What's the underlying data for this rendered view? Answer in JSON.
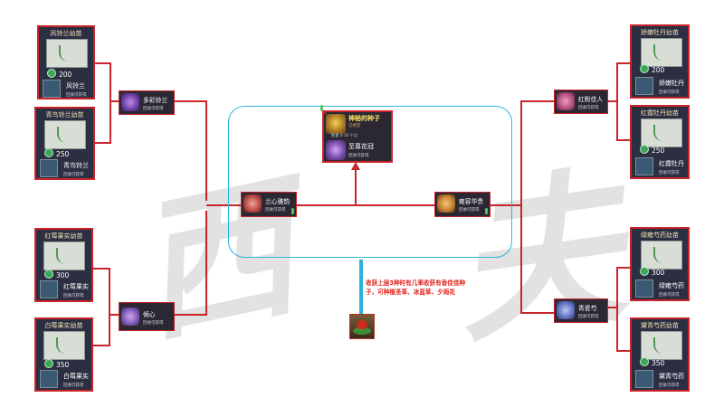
{
  "watermark": [
    "西",
    "夫"
  ],
  "center_note": "收获上层3种时有几率收获有香佳佳种子，可种植圣草、冰蓝草、夕雨花",
  "top_reward": {
    "name": "神秘的种子",
    "type": "已绑定",
    "line": "数量 0-16 个月",
    "item_name": "至尊花冠",
    "item_sub": "回收可获得"
  },
  "left_branch": {
    "tier1": [
      {
        "title": "风铃兰幼苗",
        "cost": "200",
        "name": "风铃兰",
        "sub": "回收可获得"
      },
      {
        "title": "青鸟铃兰幼苗",
        "cost": "250",
        "name": "青鸟铃兰",
        "sub": "回收可获得"
      },
      {
        "title": "红莓果实幼苗",
        "cost": "300",
        "name": "红莓果实",
        "sub": "回收可获得"
      },
      {
        "title": "白莓果实幼苗",
        "cost": "350",
        "name": "白莓果实",
        "sub": "回收可获得"
      }
    ],
    "tier2": [
      {
        "name": "多彩铃兰",
        "sub": "回收可获得"
      },
      {
        "name": "倾心",
        "sub": "回收可获得"
      }
    ],
    "tier3": {
      "name": "兰心雅韵",
      "sub": "回收可获得"
    }
  },
  "right_branch": {
    "tier1": [
      {
        "title": "娇嫩牡丹幼苗",
        "cost": "200",
        "name": "娇嫩牡丹",
        "sub": "回收可获得"
      },
      {
        "title": "红霞牡丹幼苗",
        "cost": "250",
        "name": "红霞牡丹",
        "sub": "回收可获得"
      },
      {
        "title": "绿雍芍药幼苗",
        "cost": "300",
        "name": "绿雍芍药",
        "sub": "回收可获得"
      },
      {
        "title": "黛青芍药幼苗",
        "cost": "350",
        "name": "黛青芍药",
        "sub": "回收可获得"
      }
    ],
    "tier2": [
      {
        "name": "红粉佳人",
        "sub": "回收可获得"
      },
      {
        "name": "青瓷芍",
        "sub": "回收可获得"
      }
    ],
    "tier3": {
      "name": "雍容华贵",
      "sub": "回收可获得"
    }
  },
  "colors": {
    "connector": "#c8242a",
    "panel_border": "#2eb5dc",
    "card_bg": "#2c2e42",
    "note_text": "#e0221b"
  }
}
